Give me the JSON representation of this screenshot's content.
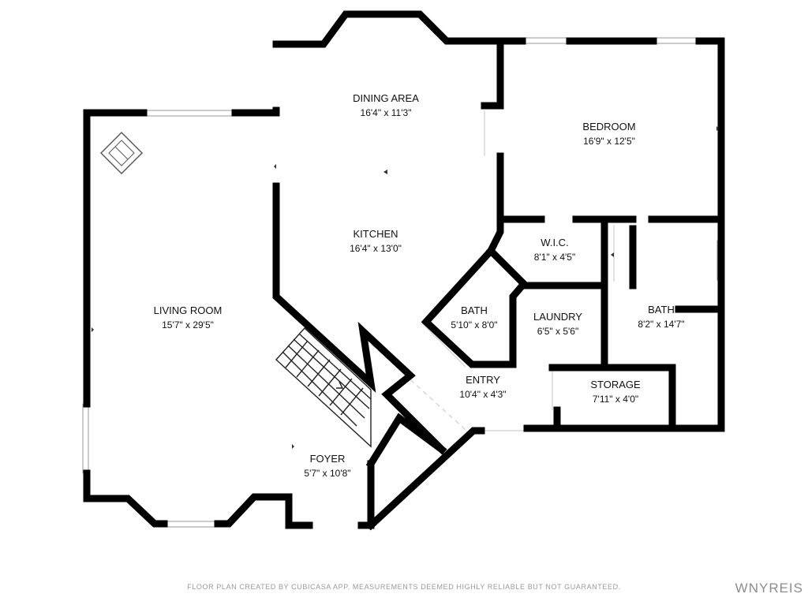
{
  "rooms": {
    "dining": {
      "name": "DINING AREA",
      "dims": "16'4\" x 11'3\""
    },
    "bedroom": {
      "name": "BEDROOM",
      "dims": "16'9\" x 12'5\""
    },
    "kitchen": {
      "name": "KITCHEN",
      "dims": "16'4\" x 13'0\""
    },
    "wic": {
      "name": "W.I.C.",
      "dims": "8'1\" x 4'5\""
    },
    "living": {
      "name": "LIVING ROOM",
      "dims": "15'7\" x 29'5\""
    },
    "bath1": {
      "name": "BATH",
      "dims": "5'10\" x 8'0\""
    },
    "laundry": {
      "name": "LAUNDRY",
      "dims": "6'5\" x 5'6\""
    },
    "bath2": {
      "name": "BATH",
      "dims": "8'2\" x 14'7\""
    },
    "entry": {
      "name": "ENTRY",
      "dims": "10'4\" x 4'3\""
    },
    "storage": {
      "name": "STORAGE",
      "dims": "7'11\" x 4'0\""
    },
    "foyer": {
      "name": "FOYER",
      "dims": "5'7\" x 10'8\""
    }
  },
  "footer": {
    "disclaimer": "FLOOR PLAN CREATED BY CUBICASA APP. MEASUREMENTS DEEMED HIGHLY RELIABLE BUT NOT GUARANTEED.",
    "brand": "WNYREIS"
  }
}
